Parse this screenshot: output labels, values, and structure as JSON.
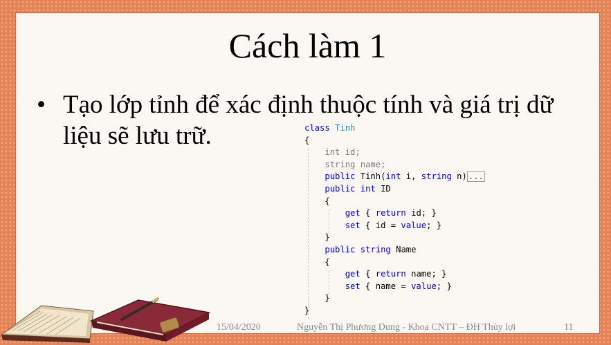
{
  "slide": {
    "title": "Cách làm 1",
    "bullet": "Tạo lớp tỉnh để xác định thuộc tính và giá trị dữ liệu sẽ lưu trữ.",
    "bullet_symbol": "•"
  },
  "code": {
    "l1_kw": "class",
    "l1_type": "Tinh",
    "open1": "{",
    "f1_kw": "int",
    "f1_name": "id;",
    "f2_kw": "string",
    "f2_name": "name;",
    "ctor_kw": "public",
    "ctor_name": "Tinh(",
    "ctor_p1t": "int",
    "ctor_p1": " i, ",
    "ctor_p2t": "string",
    "ctor_p2": " n)",
    "ctor_collapsed": "...",
    "id_kw1": "public",
    "id_kw2": "int",
    "id_name": "ID",
    "open2": "{",
    "id_get": "get",
    "id_get_rest1": " { ",
    "id_return": "return",
    "id_get_rest2": " id; }",
    "id_set": "set",
    "id_set_rest1": " { id = ",
    "id_value": "value",
    "id_set_rest2": "; }",
    "close2": "}",
    "name_kw1": "public",
    "name_kw2": "string",
    "name_name": "Name",
    "open3": "{",
    "name_get": "get",
    "name_get_rest1": " { ",
    "name_return": "return",
    "name_get_rest2": " name; }",
    "name_set": "set",
    "name_set_rest1": " { name = ",
    "name_value": "value",
    "name_set_rest2": "; }",
    "close3": "}",
    "close1": "}"
  },
  "footer": {
    "date": "15/04/2020",
    "author": "Nguyễn Thị Phương Dung - Khoa CNTT – ĐH Thủy lợi",
    "page": "11"
  },
  "colors": {
    "frame": "#e38458",
    "slide_bg": "#fbf8f4",
    "keyword": "#0000ff",
    "type": "#2b91af"
  },
  "decor": {
    "image": "books-and-notebook-illustration"
  }
}
